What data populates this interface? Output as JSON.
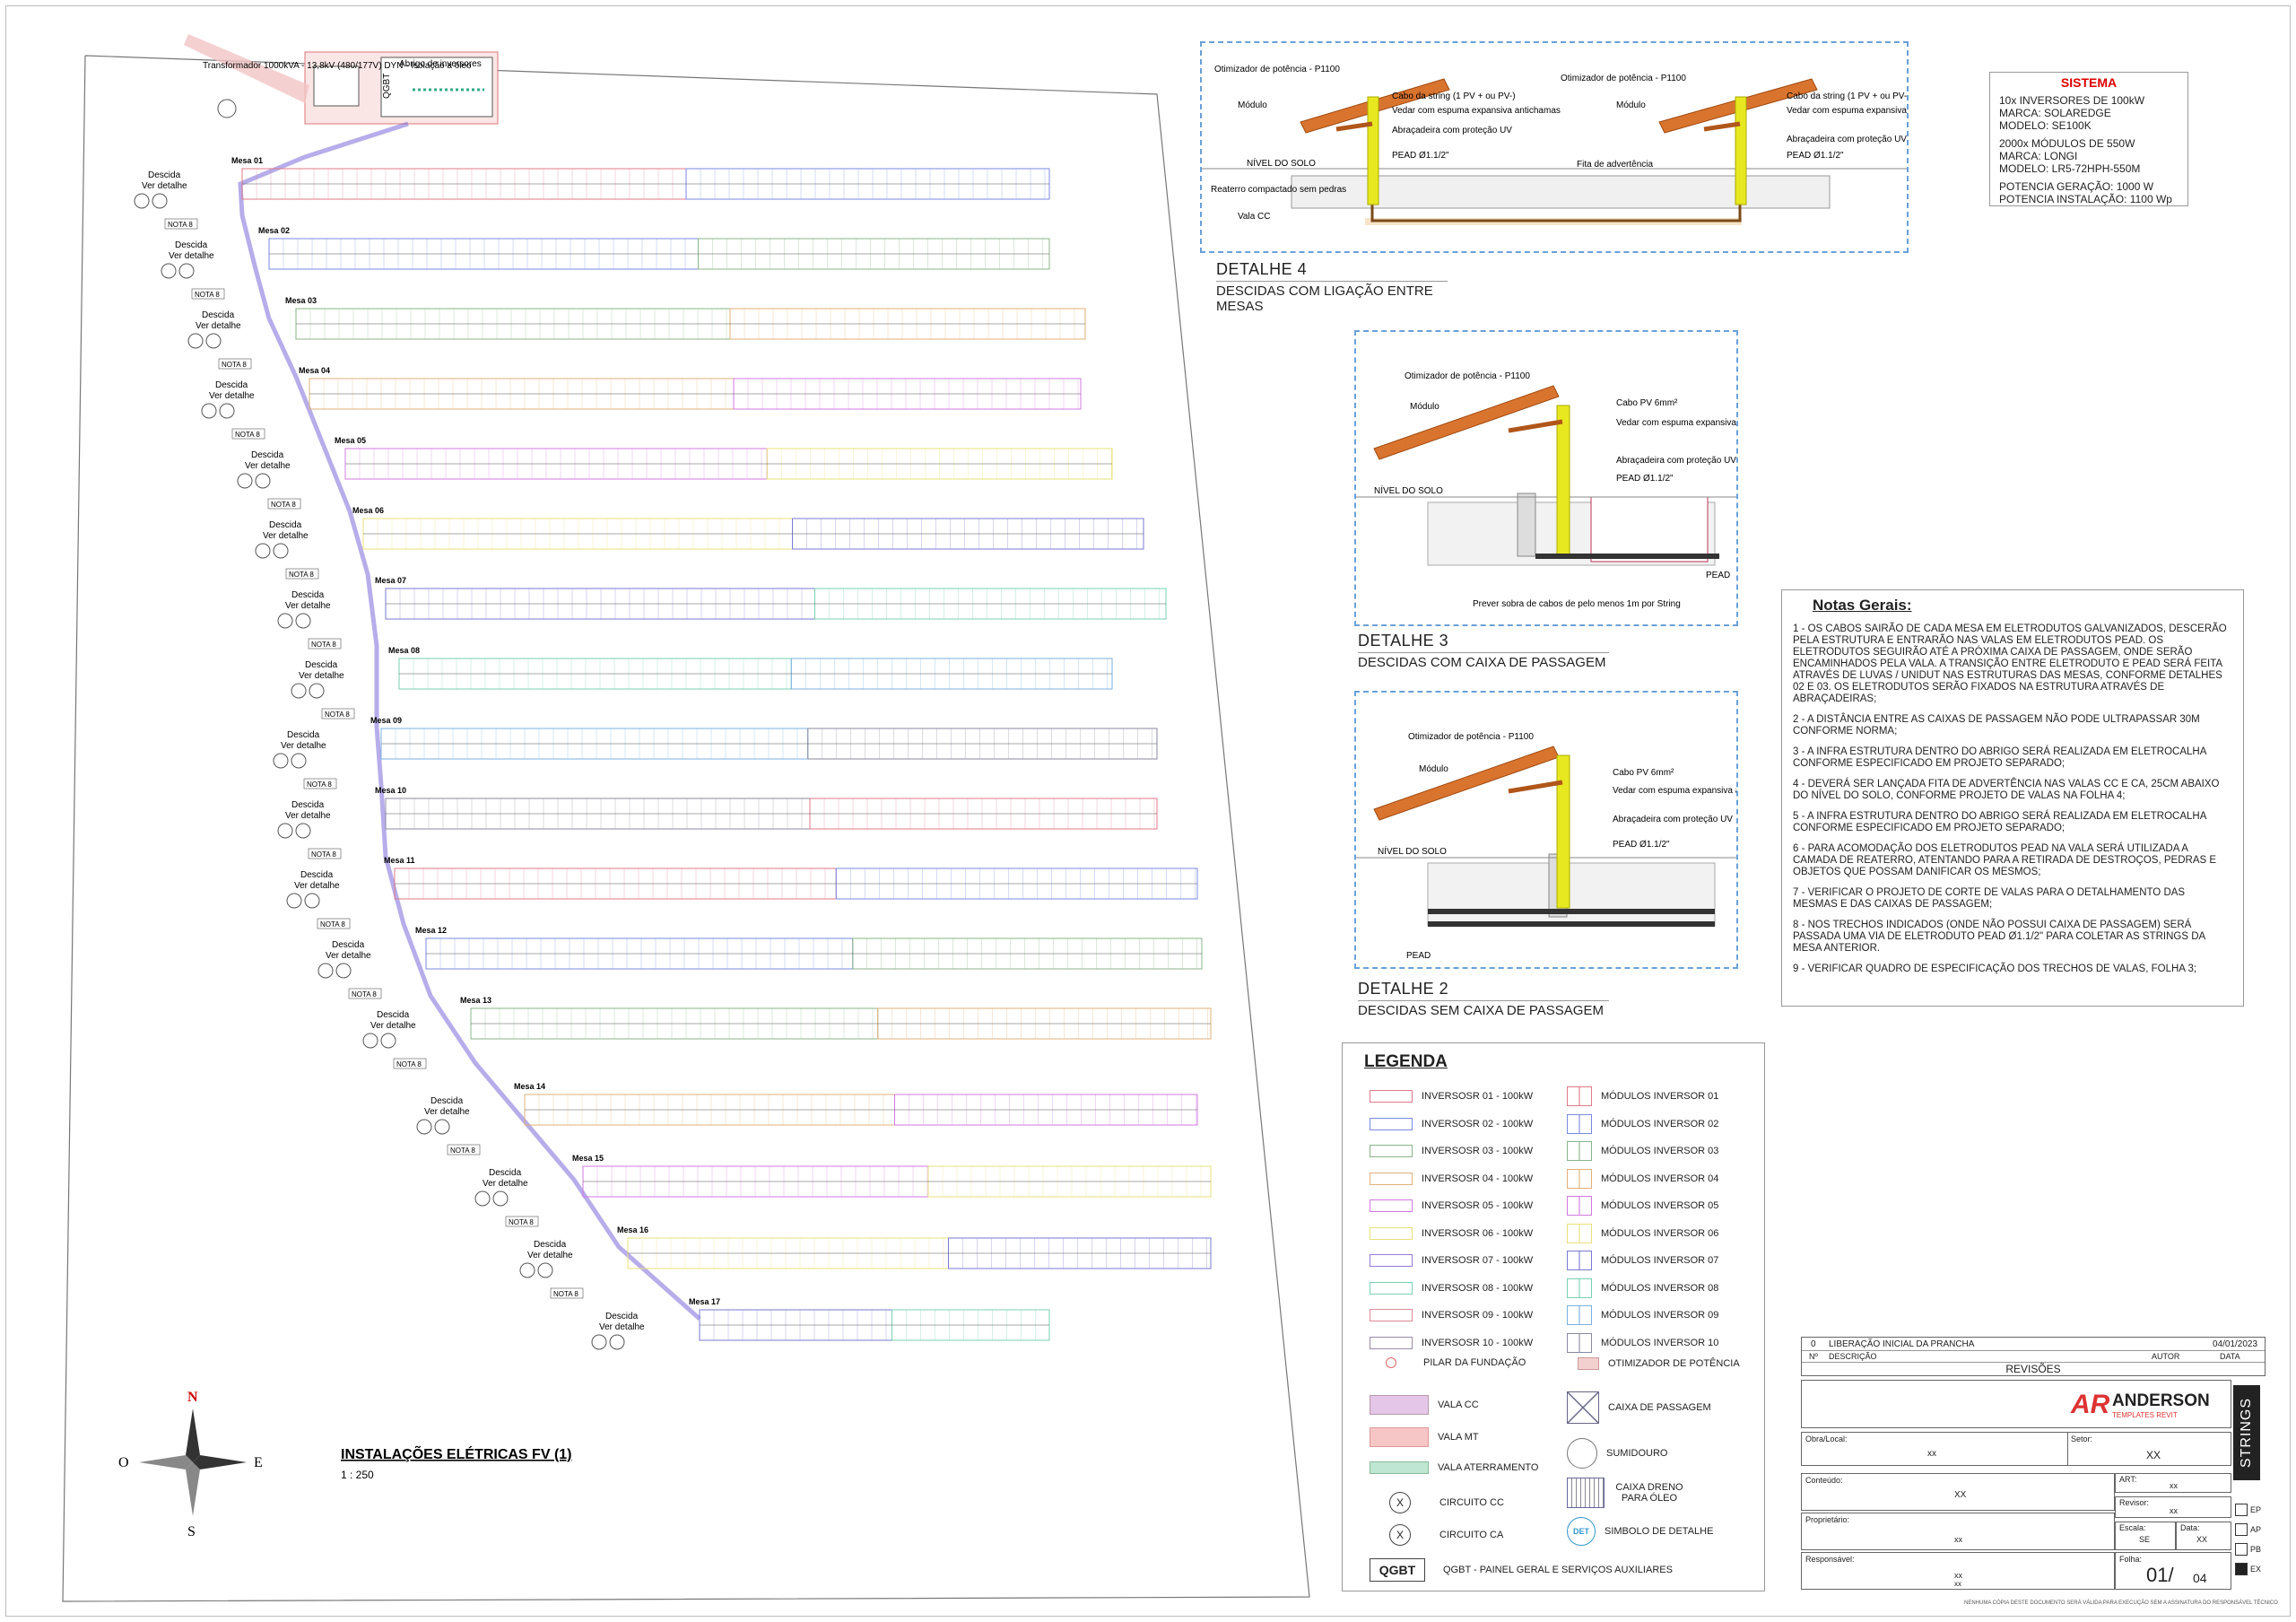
{
  "detail4": {
    "title": "DETALHE  4",
    "subtitle": "DESCIDAS COM LIGAÇÃO ENTRE MESAS",
    "labels": {
      "otimizador": "Otimizador de potência - P1100",
      "modulo": "Módulo",
      "cabo": "Cabo da string (1 PV + ou PV-)",
      "vedar": "Vedar com espuma expansiva antichamas",
      "abracadeira": "Abraçadeira com proteção UV",
      "pead": "PEAD Ø1.1/2\"",
      "fita": "Fita de advertência",
      "nivel": "NÍVEL DO SOLO",
      "reaterro": "Reaterro compactado sem pedras",
      "vala": "Vala CC"
    }
  },
  "detail3": {
    "title": "DETALHE  3",
    "subtitle": "DESCIDAS COM CAIXA DE PASSAGEM",
    "labels": {
      "otimizador": "Otimizador de potência - P1100",
      "modulo": "Módulo",
      "cabo": "Cabo PV 6mm²",
      "vedar": "Vedar com espuma expansiva antichamas",
      "abracadeira": "Abraçadeira com proteção UV",
      "pead": "PEAD Ø1.1/2\"",
      "nivel": "NÍVEL DO SOLO",
      "pead2": "PEAD",
      "sobra": "Prever sobra de cabos de pelo menos 1m por String"
    }
  },
  "detail2": {
    "title": "DETALHE  2",
    "subtitle": "DESCIDAS SEM CAIXA DE PASSAGEM",
    "labels": {
      "otimizador": "Otimizador de potência - P1100",
      "modulo": "Módulo",
      "cabo": "Cabo PV 6mm²",
      "vedar": "Vedar com espuma expansiva antichamas",
      "abracadeira": "Abraçadeira com proteção UV",
      "pead": "PEAD Ø1.1/2\"",
      "nivel": "NÍVEL DO SOLO",
      "pead2": "PEAD"
    }
  },
  "sistema": {
    "title": "SISTEMA",
    "lines": [
      "10x INVERSORES DE 100kW",
      "MARCA: SOLAREDGE",
      "MODELO: SE100K",
      "2000x MÓDULOS DE 550W",
      "MARCA: LONGI",
      "MODELO: LR5-72HPH-550M",
      "POTENCIA GERAÇÃO: 1000 W",
      "POTENCIA INSTALAÇÃO: 1100 Wp"
    ]
  },
  "notas": {
    "title": "Notas Gerais:",
    "items": [
      "1 - OS CABOS SAIRÃO DE CADA MESA EM ELETRODUTOS GALVANIZADOS, DESCERÃO PELA ESTRUTURA E ENTRARÃO NAS VALAS EM ELETRODUTOS PEAD. OS ELETRODUTOS SEGUIRÃO ATÉ A PRÓXIMA CAIXA DE PASSAGEM, ONDE SERÃO ENCAMINHADOS PELA VALA. A TRANSIÇÃO ENTRE ELETRODUTO E PEAD SERÁ FEITA ATRAVÉS DE LUVAS / UNIDUT NAS ESTRUTURAS DAS MESAS, CONFORME DETALHES 02 E 03. OS ELETRODUTOS SERÃO FIXADOS NA ESTRUTURA ATRAVÉS DE ABRAÇADEIRAS;",
      "2 - A DISTÂNCIA ENTRE AS CAIXAS DE PASSAGEM NÃO PODE ULTRAPASSAR 30m CONFORME NORMA;",
      "3 - A INFRA ESTRUTURA DENTRO DO ABRIGO SERÁ REALIZADA EM ELETROCALHA CONFORME ESPECIFICADO EM PROJETO SEPARADO;",
      "4 - DEVERÁ SER LANÇADA FITA DE ADVERTÊNCIA NAS VALAS CC E CA, 25cm ABAIXO DO NÍVEL DO SOLO, CONFORME PROJETO DE VALAS NA FOLHA 4;",
      "5 - A INFRA ESTRUTURA DENTRO DO ABRIGO SERÁ REALIZADA EM ELETROCALHA CONFORME ESPECIFICADO EM PROJETO SEPARADO;",
      "6 - PARA ACOMODAÇÃO DOS ELETRODUTOS PEAD NA VALA SERÁ UTILIZADA A CAMADA DE REATERRO, ATENTANDO PARA A RETIRADA DE DESTROÇOS, PEDRAS E OBJETOS QUE POSSAM DANIFICAR OS MESMOS;",
      "7 - VERIFICAR O PROJETO DE CORTE DE VALAS PARA O DETALHAMENTO DAS MESMAS E DAS CAIXAS DE PASSAGEM;",
      "8 - NOS TRECHOS INDICADOS (ONDE NÃO POSSUI CAIXA DE PASSAGEM) SERÁ PASSADA UMA VIA DE ELETRODUTO PEAD Ø1.1/2\" PARA COLETAR AS STRINGS DA MESA ANTERIOR.",
      "9 - VERIFICAR QUADRO DE ESPECIFICAÇÃO DOS TRECHOS DE VALAS, FOLHA 3;"
    ]
  },
  "legenda": {
    "title": "LEGENDA",
    "inversores": [
      {
        "label": "INVERSOSR 01 - 100kW",
        "color": "#e07a8a"
      },
      {
        "label": "INVERSOSR 02 - 100kW",
        "color": "#7a8ae0"
      },
      {
        "label": "INVERSOSR 03 - 100kW",
        "color": "#8ab48a"
      },
      {
        "label": "INVERSOSR 04 - 100kW",
        "color": "#e0b07a"
      },
      {
        "label": "INVERSOSR 05 - 100kW",
        "color": "#d07ae0"
      },
      {
        "label": "INVERSOSR 06 - 100kW",
        "color": "#e8e07a"
      },
      {
        "label": "INVERSOSR 07 - 100kW",
        "color": "#9a7ad8"
      },
      {
        "label": "INVERSOSR 08 - 100kW",
        "color": "#7ad0b0"
      },
      {
        "label": "INVERSOSR 09 - 100kW",
        "color": "#e08a9a"
      },
      {
        "label": "INVERSOSR 10 - 100kW",
        "color": "#9a8aa8"
      }
    ],
    "modulos": [
      {
        "label": "MÓDULOS INVERSOR 01",
        "color": "#e07a8a"
      },
      {
        "label": "MÓDULOS INVERSOR 02",
        "color": "#7a8ae0"
      },
      {
        "label": "MÓDULOS INVERSOR 03",
        "color": "#8ab48a"
      },
      {
        "label": "MÓDULOS INVERSOR 04",
        "color": "#e0b07a"
      },
      {
        "label": "MÓDULOS INVERSOR 05",
        "color": "#d07ae0"
      },
      {
        "label": "MÓDULOS INVERSOR 06",
        "color": "#e8e07a"
      },
      {
        "label": "MÓDULOS INVERSOR 07",
        "color": "#7a7ad0"
      },
      {
        "label": "MÓDULOS INVERSOR 08",
        "color": "#7ad0b0"
      },
      {
        "label": "MÓDULOS INVERSOR 09",
        "color": "#7ab0e0"
      },
      {
        "label": "MÓDULOS INVERSOR 10",
        "color": "#8a8aa0"
      }
    ],
    "pilar": "PILAR DA FUNDAÇÃO",
    "otimizador": "OTIMIZADOR DE POTÊNCIA",
    "vala_cc": "VALA CC",
    "vala_mt": "VALA MT",
    "vala_aterramento": "VALA ATERRAMENTO",
    "caixa_passagem": "CAIXA DE PASSAGEM",
    "sumidouro": "SUMIDOURO",
    "caixa_dreno": "CAIXA DRENO PARA ÓLEO",
    "circuito_cc": "CIRCUITO CC",
    "circuito_ca": "CIRCUITO CA",
    "simbolo_detalhe": "SIMBOLO DE DETALHE",
    "qgbt": "QGBT",
    "qgbt_desc": "QGBT - PAINEL GERAL E SERVIÇOS AUXILIARES",
    "x": "X",
    "det": "DET"
  },
  "plan": {
    "title": "INSTALAÇÕES ELÉTRICAS FV (1)",
    "scale": "1 : 250",
    "transformador": "Transformador 1000kVA - 13,8kV (480/177V) DYN - Isolação a óleo",
    "abrigo": "Abrigo de inversores",
    "qgbt": "QGBT",
    "descida": "Descida",
    "ver_detalhe": "Ver detalhe",
    "nota": "NOTA 8",
    "mesas": [
      "Mesa 01",
      "Mesa 02",
      "Mesa 03",
      "Mesa 04",
      "Mesa 05",
      "Mesa 06",
      "Mesa 07",
      "Mesa 08",
      "Mesa 09",
      "Mesa 10",
      "Mesa 11",
      "Mesa 12",
      "Mesa 13",
      "Mesa 14",
      "Mesa 15",
      "Mesa 16",
      "Mesa 17"
    ]
  },
  "compass": {
    "n": "N",
    "s": "S",
    "e": "E",
    "o": "O"
  },
  "titleblock": {
    "rev_num": "0",
    "rev_desc": "LIBERAÇÃO INICIAL DA PRANCHA",
    "rev_date": "04/01/2023",
    "h_num": "Nº",
    "h_desc": "DESCRIÇÃO",
    "h_autor": "AUTOR",
    "h_data": "DATA",
    "revisoes": "REVISÕES",
    "brand": "ANDERSON",
    "brand_sub": "TEMPLATES REVIT",
    "logo_letters": "AR",
    "strings": "STRINGS",
    "obra_label": "Obra/Local:",
    "obra_val": "xx",
    "setor_label": "Setor:",
    "setor_val": "XX",
    "art_label": "ART:",
    "art_val": "xx",
    "conteudo_label": "Conteúdo:",
    "conteudo_val": "XX",
    "revisor_label": "Revisor:",
    "revisor_val": "xx",
    "proprietario_label": "Proprietário:",
    "proprietario_val": "xx",
    "escala_label": "Escala:",
    "escala_val": "SE",
    "data_label": "Data:",
    "data_val": "XX",
    "responsavel_label": "Responsável:",
    "responsavel_val": "xx",
    "responsavel_val2": "xx",
    "folha_label": "Folha:",
    "folha_val": "01/",
    "folha_total": "04",
    "ep": "EP",
    "ap": "AP",
    "pb": "PB",
    "ex": "EX",
    "footer": "NENHUMA CÓPIA DESTE DOCUMENTO SERÁ VÁLIDA PARA EXECUÇÃO SEM A ASSINATURA DO RESPONSÁVEL TÉCNICO"
  }
}
